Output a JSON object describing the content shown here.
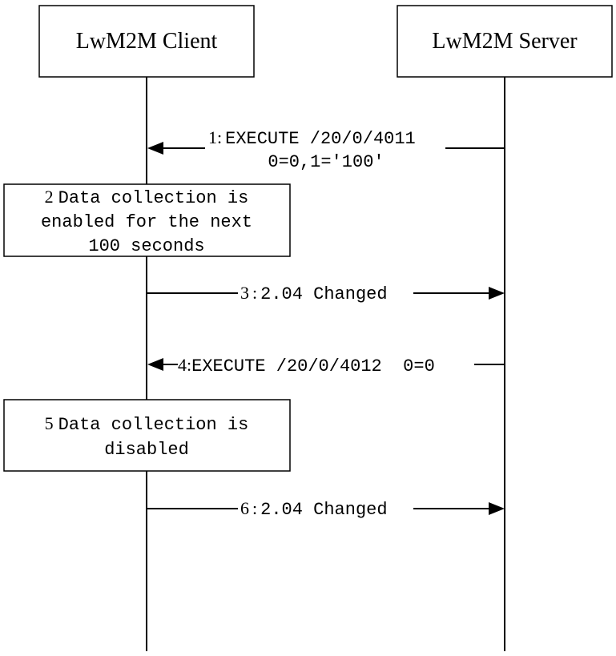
{
  "participants": {
    "client": {
      "label": "LwM2M Client"
    },
    "server": {
      "label": "LwM2M Server"
    }
  },
  "messages": {
    "m1": {
      "number": "1",
      "sep": ":",
      "text": "EXECUTE /20/0/4011",
      "text2": "0=0,1='100'"
    },
    "m3": {
      "number": "3",
      "sep": ":",
      "text": "2.04 Changed"
    },
    "m4": {
      "number": "4",
      "sep": ":",
      "text": "EXECUTE /20/0/4012  0=0"
    },
    "m6": {
      "number": "6",
      "sep": ":",
      "text": "2.04 Changed"
    }
  },
  "notes": {
    "n2": {
      "number": "2",
      "line1": "Data collection is",
      "line2": "enabled for the next",
      "line3": "100 seconds"
    },
    "n5": {
      "number": "5",
      "line1": "Data collection is",
      "line2": "disabled"
    }
  }
}
